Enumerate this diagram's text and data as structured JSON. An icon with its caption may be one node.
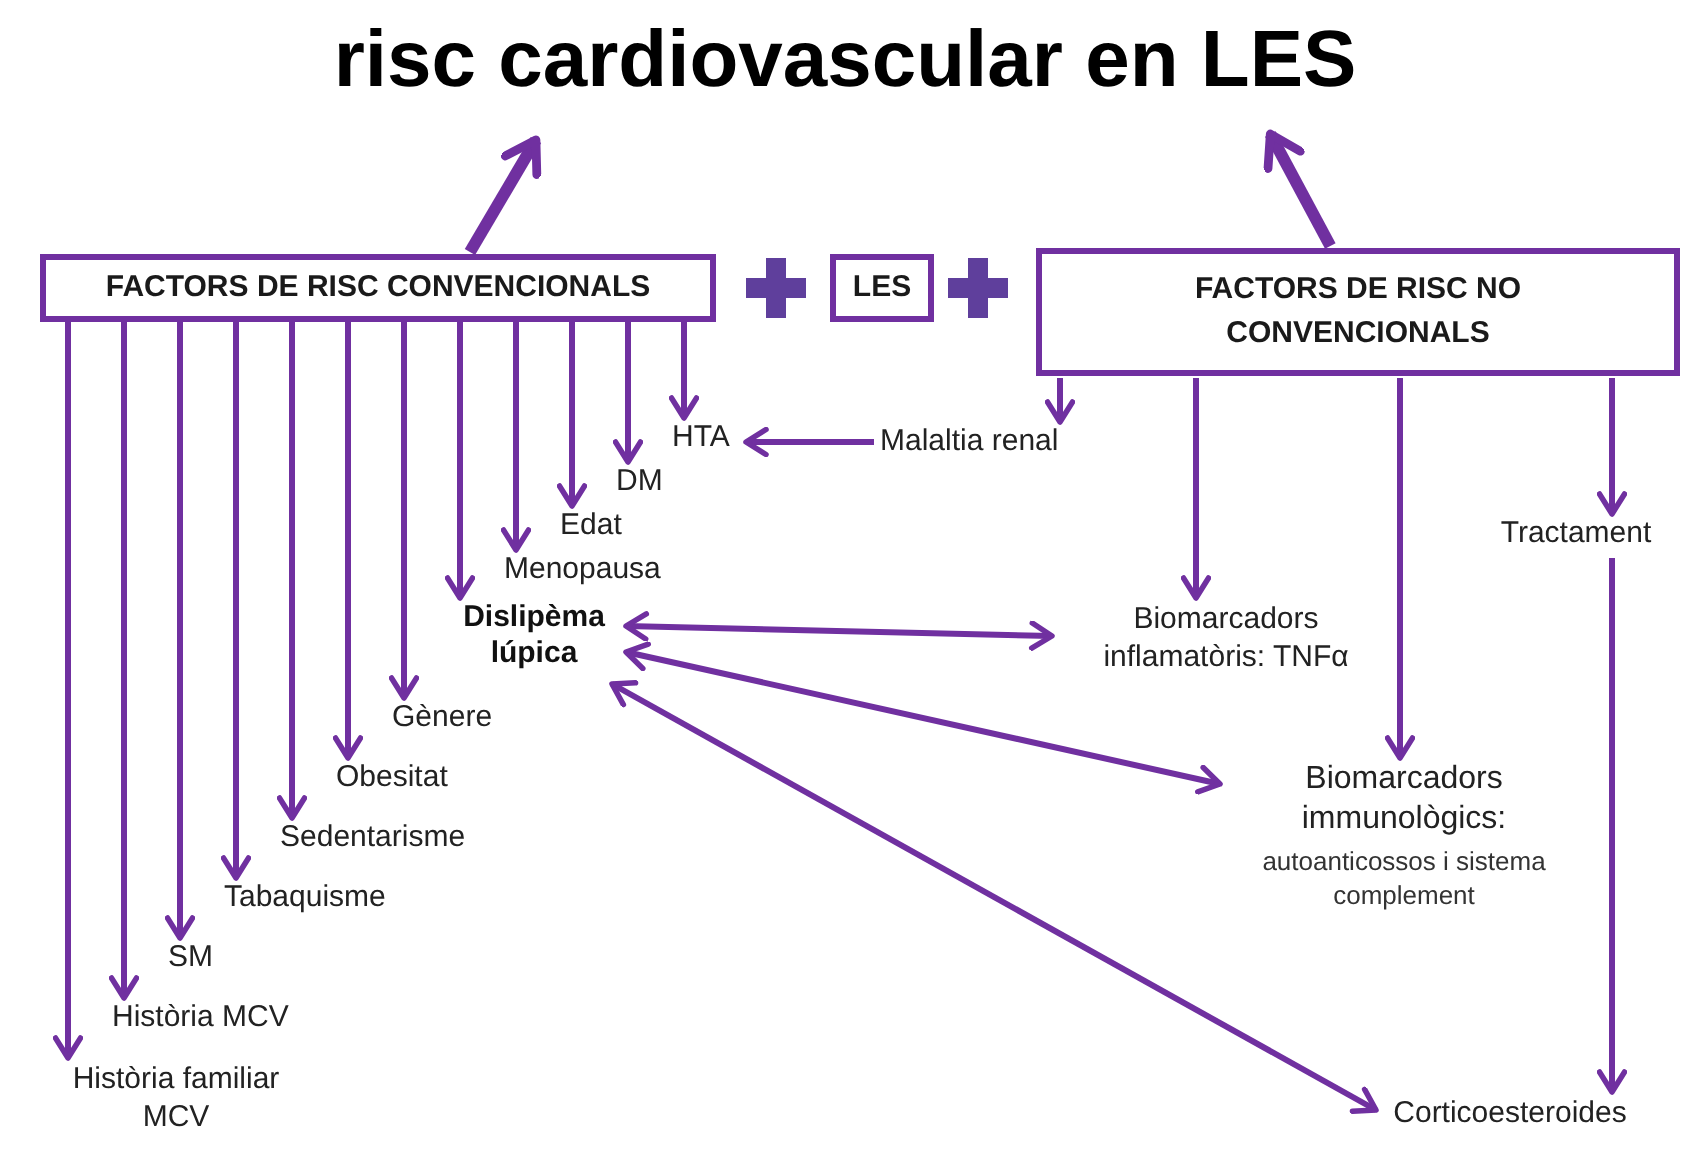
{
  "diagram": {
    "title": "risc cardiovascular en LES",
    "nodes": [
      {
        "text": [
          "FACTORS DE RISC CONVENCIONALS"
        ]
      },
      {
        "text": [
          "LES"
        ]
      },
      {
        "text": [
          "FACTORS DE RISC NO CONVENCIONALS"
        ]
      },
      {
        "text": [
          "Sedentarisme"
        ]
      },
      {
        "text": [
          "Edat"
        ]
      },
      {
        "text": [
          "Història MCV"
        ]
      },
      {
        "text": [
          "Gènere"
        ]
      },
      {
        "text": [
          "Tabaquisme"
        ]
      },
      {
        "text": [
          "Menopausa"
        ]
      },
      {
        "text": [
          "Història familiar MCV"
        ]
      },
      {
        "text": [
          "DM"
        ]
      },
      {
        "text": [
          "Obesitat"
        ]
      },
      {
        "text": [
          "SM"
        ]
      },
      {
        "text": [
          "Dislipèma lúpica"
        ]
      },
      {
        "text": [
          "HTA"
        ]
      },
      {
        "text": [
          "Malaltia renal"
        ]
      },
      {
        "text": [
          "Tractament"
        ]
      },
      {
        "text": [
          "Biomarcadors inflamatòris: TNFα"
        ]
      },
      {
        "text": [
          "Biomarcadors immunològics:",
          "autoanticossos i sistema complement"
        ]
      },
      {
        "text": [
          "Corticoesteroides"
        ]
      }
    ],
    "edges": [
      {
        "from": 0,
        "to": null,
        "arrow": "to",
        "style": "thick"
      },
      {
        "from": 2,
        "to": null,
        "arrow": "to",
        "style": "thick"
      },
      {
        "from": 0,
        "to": 3,
        "arrow": "to"
      },
      {
        "from": 0,
        "to": 4,
        "arrow": "to"
      },
      {
        "from": 0,
        "to": 5,
        "arrow": "to"
      },
      {
        "from": 0,
        "to": 6,
        "arrow": "to"
      },
      {
        "from": 0,
        "to": 7,
        "arrow": "to"
      },
      {
        "from": 0,
        "to": 8,
        "arrow": "to"
      },
      {
        "from": 0,
        "to": 9,
        "arrow": "to"
      },
      {
        "from": 0,
        "to": 10,
        "arrow": "to"
      },
      {
        "from": 0,
        "to": 11,
        "arrow": "to"
      },
      {
        "from": 0,
        "to": 12,
        "arrow": "to"
      },
      {
        "from": 0,
        "to": 13,
        "arrow": "to"
      },
      {
        "from": 0,
        "to": 14,
        "arrow": "to"
      },
      {
        "from": 15,
        "to": 14,
        "arrow": "to"
      },
      {
        "from": 2,
        "to": 15,
        "arrow": "to"
      },
      {
        "from": 2,
        "to": 17,
        "arrow": "to"
      },
      {
        "from": 2,
        "to": 18,
        "arrow": "to"
      },
      {
        "from": 2,
        "to": 16,
        "arrow": "to"
      },
      {
        "from": 16,
        "to": 19,
        "arrow": "to"
      },
      {
        "from": 13,
        "to": 17,
        "arrow": "both"
      },
      {
        "from": 13,
        "to": 18,
        "arrow": "both"
      },
      {
        "from": 13,
        "to": 19,
        "arrow": "both"
      }
    ]
  }
}
